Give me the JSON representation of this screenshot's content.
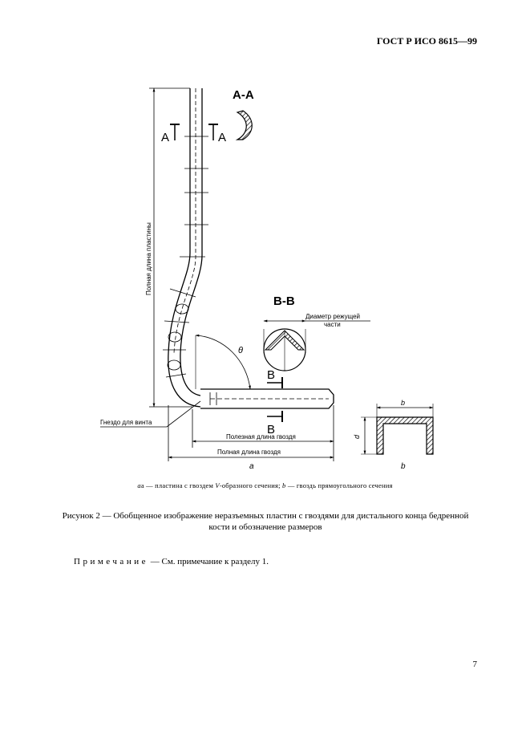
{
  "header": "ГОСТ Р ИСО 8615—99",
  "drawing": {
    "section_aa": "А-А",
    "section_bb": "В-В",
    "label_a": "А",
    "label_b": "В",
    "full_plate_length": "Полная длина пластины",
    "cutting_diameter_line1": "Диаметр режущей",
    "cutting_diameter_line2": "части",
    "screw_socket": "Гнездо для винта",
    "usable_nail_length": "Полезная длина гвоздя",
    "full_nail_length": "Полная длина гвоздя",
    "theta": "θ",
    "letter_a": "a",
    "letter_b": "b",
    "letter_d": "d",
    "dim_b": "b"
  },
  "sublegend": {
    "part1": "a — пластина с гвоздем ",
    "part2": "V",
    "part3": "-образного сечения; ",
    "part4": "b",
    "part5": " — гвоздь прямоугольного сечения"
  },
  "caption": "Рисунок 2 — Обобщенное изображение неразъемных пластин с гвоздями для дистального конца бедренной кости и обозначение размеров",
  "note": {
    "label": "Примечание",
    "text": " — См. примечание к разделу 1."
  },
  "page_number": "7"
}
